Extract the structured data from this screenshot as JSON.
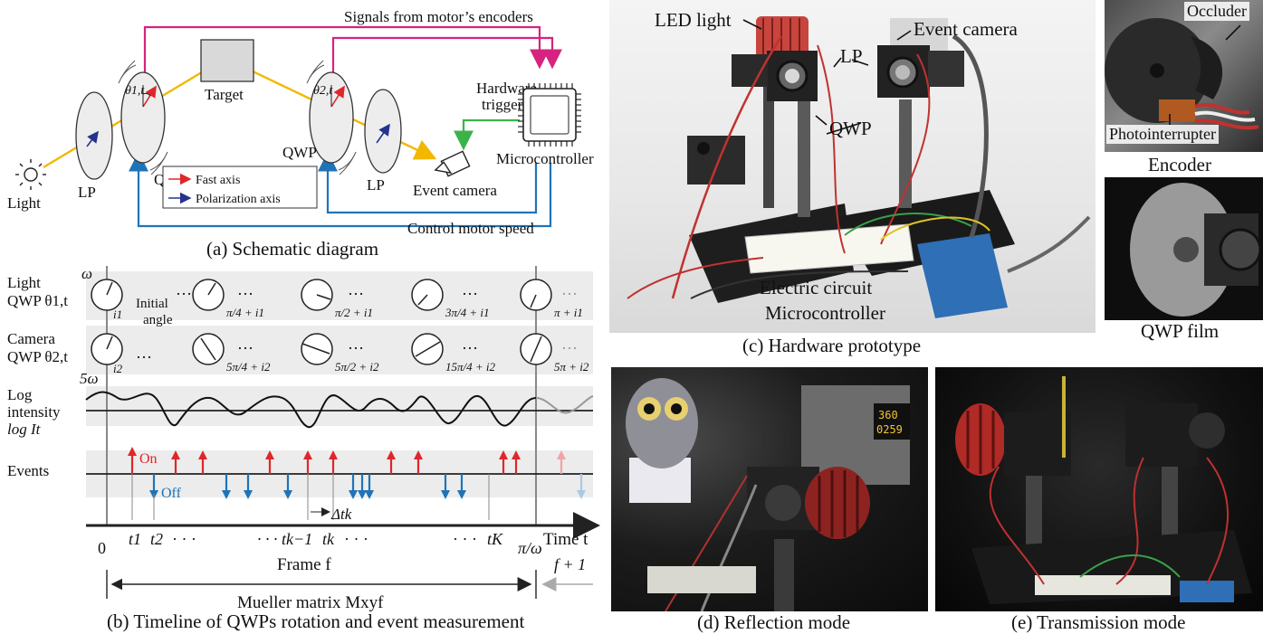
{
  "schematic": {
    "signals_label": "Signals from motor’s encoders",
    "target_label": "Target",
    "light_label": "Light",
    "lp_left_label": "LP",
    "qwp_left_label": "QWP",
    "qwp_right_label": "QWP",
    "lp_right_label": "LP",
    "hardware_trigger_line1": "Hardware",
    "hardware_trigger_line2": "trigger",
    "microcontroller_label": "Microcontroller",
    "event_camera_label": "Event camera",
    "theta1_label": "θ1,t",
    "theta2_label": "θ2,t",
    "legend_fast": "Fast axis",
    "legend_polarization": "Polarization axis",
    "control_label": "Control motor speed",
    "caption": "(a) Schematic diagram",
    "colors": {
      "signal": "#d6237f",
      "beam": "#f2b800",
      "control": "#1f73b7",
      "trigger": "#3bb34a",
      "fast": "#e0262b",
      "pol": "#25328e"
    }
  },
  "timeline": {
    "row_light_line1": "Light",
    "row_light_line2": "QWP θ1,t",
    "row_camera_line1": "Camera",
    "row_camera_line2": "QWP θ2,t",
    "row_log_line1": "Log",
    "row_log_line2": "intensity",
    "row_log_line3": "log It",
    "row_events": "Events",
    "omega": "ω",
    "five_omega": "5ω",
    "initial_angle_line1": "Initial",
    "initial_angle_line2": "angle",
    "i1": "i1",
    "i2": "i2",
    "light_angles": [
      "π/4 + i1",
      "π/2 + i1",
      "3π/4 + i1",
      "π + i1"
    ],
    "camera_angles": [
      "5π/4 + i2",
      "5π/2 + i2",
      "15π/4 + i2",
      "5π + i2"
    ],
    "dots": "…",
    "on_label": "On",
    "off_label": "Off",
    "delta_t": "Δtk",
    "time_label": "Time t",
    "tick_zero": "0",
    "tick_end": "π/ω",
    "t_labels": [
      "t1",
      "t2",
      "· · ·",
      "· · · tk−1",
      "tk",
      "· · ·",
      "· · ·",
      "tK"
    ],
    "frame_label": "Frame f",
    "next_frame": "f + 1",
    "mueller_label": "Mueller matrix Mxyf",
    "caption": "(b) Timeline of QWPs rotation and event measurement"
  },
  "prototype": {
    "led_light": "LED light",
    "event_camera": "Event camera",
    "lp": "LP",
    "qwp": "QWP",
    "electric_circuit": "Electric circuit",
    "microcontroller": "Microcontroller",
    "caption": "(c) Hardware prototype",
    "occluder": "Occluder",
    "photointerrupter": "Photointerrupter",
    "encoder_caption": "Encoder",
    "qwp_film_caption": "QWP film",
    "display_top": "360",
    "display_bottom": "0259"
  },
  "modes": {
    "reflection_caption": "(d) Reflection mode",
    "transmission_caption": "(e) Transmission mode"
  }
}
